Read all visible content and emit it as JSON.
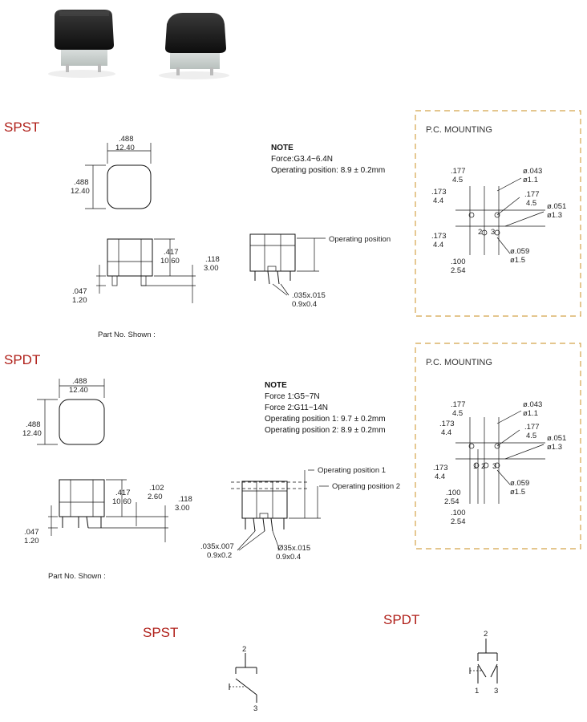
{
  "photos": {
    "count": 2
  },
  "spst": {
    "title": "SPST",
    "top_width": [
      ".488",
      "12.40"
    ],
    "top_height": [
      ".488",
      "12.40"
    ],
    "side_height": [
      ".417",
      "10.60"
    ],
    "side_travel": [
      ".118",
      "3.00"
    ],
    "side_pin": [
      ".047",
      "1.20"
    ],
    "note_title": "NOTE",
    "note_lines": [
      "Force:G3.4~6.4N",
      "Operating position: 8.9 ± 0.2mm"
    ],
    "op_label": "Operating position",
    "pin_dim": [
      ".035x.015",
      "0.9x0.4"
    ],
    "part_shown": "Part No. Shown :",
    "pc_title": "P.C. MOUNTING",
    "pc_dims": {
      "a": [
        ".177",
        "4.5"
      ],
      "b": [
        "ø.043",
        "ø1.1"
      ],
      "c": [
        ".173",
        "4.4"
      ],
      "d": [
        ".177",
        "4.5"
      ],
      "e": [
        "ø.051",
        "ø1.3"
      ],
      "f": [
        ".173",
        "4.4"
      ],
      "g": [
        "ø.059",
        "ø1.5"
      ],
      "h": [
        ".100",
        "2.54"
      ],
      "pins": [
        "2",
        "3"
      ]
    }
  },
  "spdt": {
    "title": "SPDT",
    "top_width": [
      ".488",
      "12.40"
    ],
    "top_height": [
      ".488",
      "12.40"
    ],
    "side_height": [
      ".417",
      "10.60"
    ],
    "side_mid": [
      ".102",
      "2.60"
    ],
    "side_travel": [
      ".118",
      "3.00"
    ],
    "side_pin": [
      ".047",
      "1.20"
    ],
    "note_title": "NOTE",
    "note_lines": [
      "Force 1:G5~7N",
      "Force 2:G11~14N",
      "Operating position 1: 9.7 ± 0.2mm",
      "Operating position 2: 8.9 ± 0.2mm"
    ],
    "op_label_1": "Operating position 1",
    "op_label_2": "Operating position 2",
    "pin_dim_a": [
      ".035x.007",
      "0.9x0.2"
    ],
    "pin_dim_b": [
      "Ø35x.015",
      "0.9x0.4"
    ],
    "part_shown": "Part No. Shown :",
    "pc_title": "P.C. MOUNTING",
    "pc_dims": {
      "a": [
        ".177",
        "4.5"
      ],
      "b": [
        "ø.043",
        "ø1.1"
      ],
      "c": [
        ".173",
        "4.4"
      ],
      "d": [
        ".177",
        "4.5"
      ],
      "e": [
        "ø.051",
        "ø1.3"
      ],
      "f": [
        ".173",
        "4.4"
      ],
      "g": [
        "ø.059",
        "ø1.5"
      ],
      "h": [
        ".100",
        "2.54"
      ],
      "i": [
        ".100",
        "2.54"
      ],
      "pins": [
        "1",
        "2",
        "3"
      ]
    }
  },
  "schematic": {
    "spst_title": "SPST",
    "spdt_title": "SPDT",
    "spst_pins": [
      "2",
      "3"
    ],
    "spdt_pins": [
      "2",
      "1",
      "3"
    ]
  },
  "colors": {
    "title_red": "#b0201a",
    "frame": "#d4a34a"
  }
}
